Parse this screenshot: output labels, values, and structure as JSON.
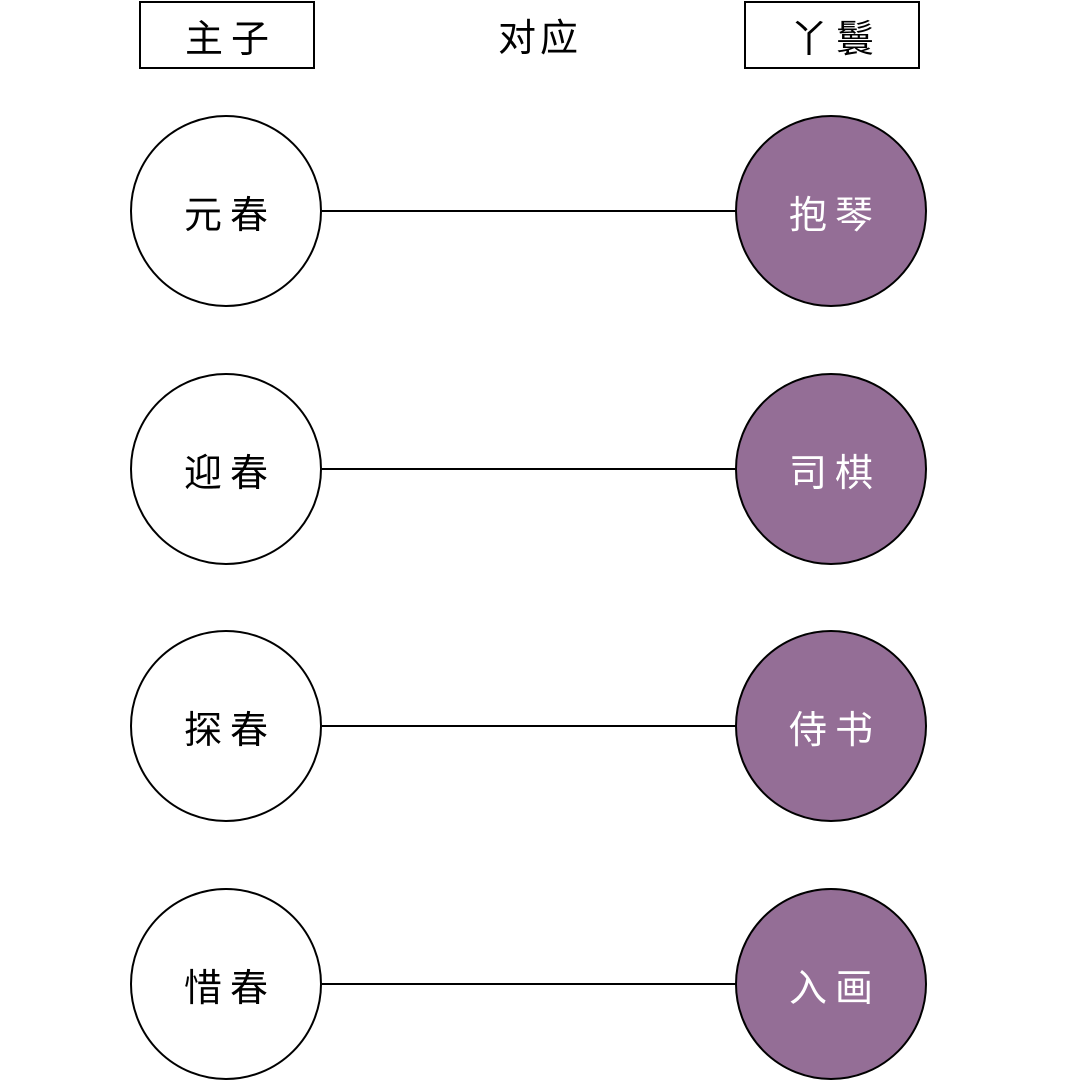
{
  "header": {
    "left_label": "主子",
    "center_label": "对应",
    "right_label": "丫鬟"
  },
  "colors": {
    "right_node_fill": "#946e96",
    "line": "#000000"
  },
  "rows": [
    {
      "master": "元春",
      "maid": "抱琴"
    },
    {
      "master": "迎春",
      "maid": "司棋"
    },
    {
      "master": "探春",
      "maid": "侍书"
    },
    {
      "master": "惜春",
      "maid": "入画"
    }
  ]
}
